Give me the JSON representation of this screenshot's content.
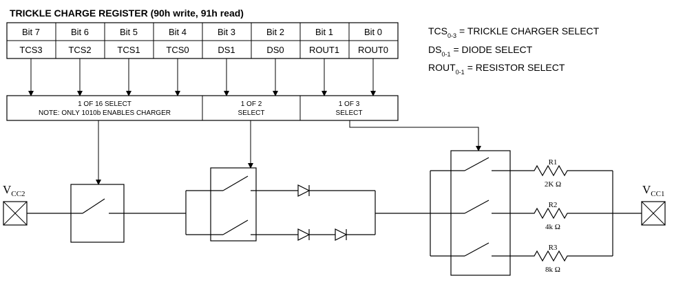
{
  "title": "TRICKLE CHARGE REGISTER (90h write, 91h read)",
  "register": {
    "bits": [
      "Bit 7",
      "Bit 6",
      "Bit 5",
      "Bit 4",
      "Bit 3",
      "Bit 2",
      "Bit 1",
      "Bit 0"
    ],
    "names": [
      "TCS3",
      "TCS2",
      "TCS1",
      "TCS0",
      "DS1",
      "DS0",
      "ROUT1",
      "ROUT0"
    ]
  },
  "legend": [
    {
      "name": "TCS",
      "sub": "0-3",
      "desc": "= TRICKLE CHARGER SELECT"
    },
    {
      "name": "DS",
      "sub": "0-1",
      "desc": "= DIODE SELECT"
    },
    {
      "name": "ROUT",
      "sub": "0-1",
      "desc": "= RESISTOR SELECT"
    }
  ],
  "selectors": {
    "tcs": {
      "line1": "1 OF 16 SELECT",
      "line2": "NOTE: ONLY 1010b ENABLES CHARGER"
    },
    "ds": {
      "line1": "1 OF 2",
      "line2": "SELECT"
    },
    "rout": {
      "line1": "1 OF 3",
      "line2": "SELECT"
    }
  },
  "terminals": {
    "left": {
      "main": "V",
      "sub": "CC2"
    },
    "right": {
      "main": "V",
      "sub": "CC1"
    }
  },
  "resistors": [
    {
      "name": "R1",
      "value": "2K Ω"
    },
    {
      "name": "R2",
      "value": "4k Ω"
    },
    {
      "name": "R3",
      "value": "8k Ω"
    }
  ]
}
